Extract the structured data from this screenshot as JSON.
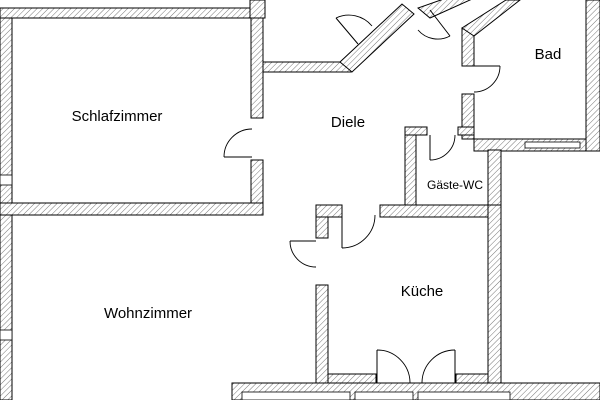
{
  "plan": {
    "rooms": [
      {
        "id": "schlafzimmer",
        "label": "Schlafzimmer"
      },
      {
        "id": "diele",
        "label": "Diele"
      },
      {
        "id": "bad",
        "label": "Bad"
      },
      {
        "id": "gaeste-wc",
        "label": "Gäste-WC"
      },
      {
        "id": "kueche",
        "label": "Küche"
      },
      {
        "id": "wohnzimmer",
        "label": "Wohnzimmer"
      }
    ]
  }
}
